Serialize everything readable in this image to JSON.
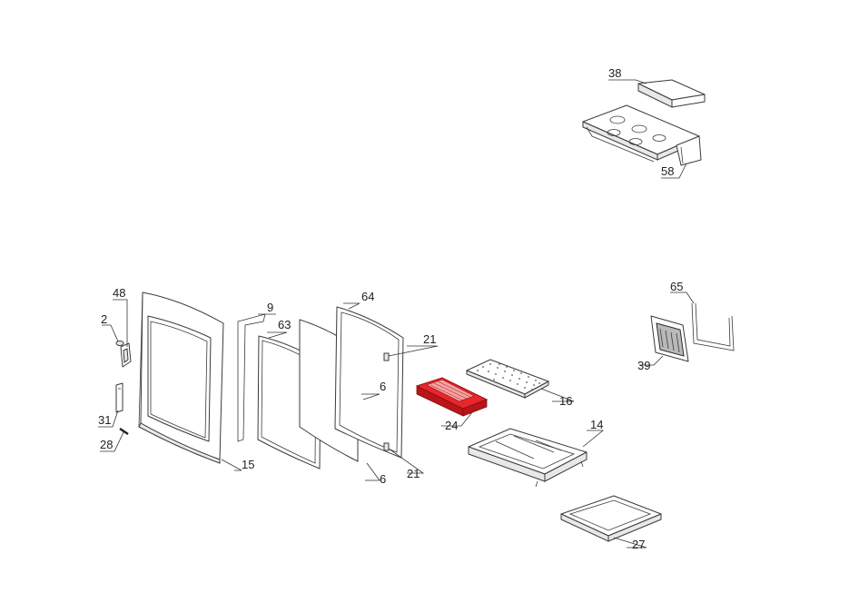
{
  "diagram": {
    "highlight_color": "#e8262b",
    "callouts": [
      {
        "id": "c38",
        "label": "38"
      },
      {
        "id": "c58",
        "label": "58"
      },
      {
        "id": "c48",
        "label": "48"
      },
      {
        "id": "c2",
        "label": "2"
      },
      {
        "id": "c31",
        "label": "31"
      },
      {
        "id": "c28",
        "label": "28"
      },
      {
        "id": "c15",
        "label": "15"
      },
      {
        "id": "c9",
        "label": "9"
      },
      {
        "id": "c63",
        "label": "63"
      },
      {
        "id": "c64",
        "label": "64"
      },
      {
        "id": "c6a",
        "label": "6"
      },
      {
        "id": "c6b",
        "label": "6"
      },
      {
        "id": "c21a",
        "label": "21"
      },
      {
        "id": "c21b",
        "label": "21"
      },
      {
        "id": "c24",
        "label": "24"
      },
      {
        "id": "c16",
        "label": "16"
      },
      {
        "id": "c14",
        "label": "14"
      },
      {
        "id": "c27",
        "label": "27"
      },
      {
        "id": "c65",
        "label": "65"
      },
      {
        "id": "c39",
        "label": "39"
      }
    ]
  }
}
